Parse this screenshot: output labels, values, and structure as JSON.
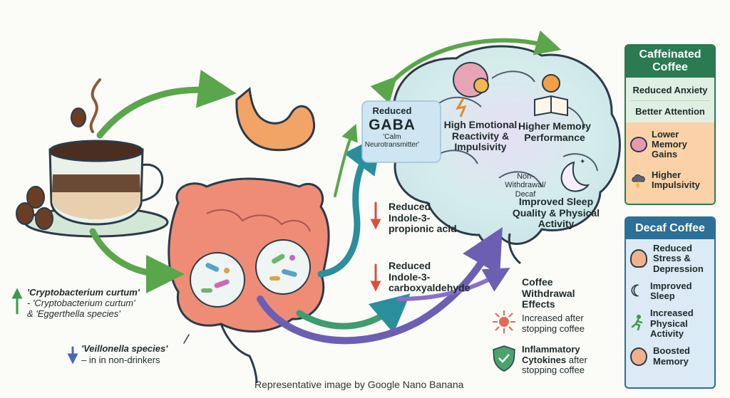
{
  "left_notes": {
    "up_species_1": "'Cryptobacterium curtum'",
    "up_species_2": "- 'Cryptobacterium curtum'",
    "up_species_3": "& 'Eggerthella species'",
    "down_species_1": "'Veillonella species'",
    "down_species_2": "– in in non-drinkers"
  },
  "metabolites": {
    "indole_propionic": [
      "Reduced",
      "Indole-3-",
      "propionic acid"
    ],
    "indole_carbox": [
      "Reduced",
      "Indole-3-",
      "carboxyaldehyde"
    ]
  },
  "brain": {
    "gaba_reduced": "Reduced",
    "gaba_name": "GABA",
    "gaba_note_1": "'Calm",
    "gaba_note_2": "Neurotransmitter'",
    "emotional": [
      "High Emotional",
      "Reactivity &",
      "Impulsivity"
    ],
    "memory": [
      "Higher Memory",
      "Performance"
    ],
    "nonwithdrawal": [
      "Non-",
      "Withdrawal/",
      "Decaf"
    ],
    "sleep": [
      "Improved Sleep",
      "Quality & Physical",
      "Activity"
    ]
  },
  "withdrawal": {
    "title": [
      "Coffee",
      "Withdrawal",
      "Effects"
    ],
    "increased": [
      "Increased after",
      "stopping coffee"
    ],
    "inflammatory_bold": [
      "Inflammatory",
      "Cytokines"
    ],
    "inflammatory_after": "after",
    "inflammatory_rest": "stopping coffee"
  },
  "caffeinated_panel": {
    "title": [
      "Caffeinated",
      "Coffee"
    ],
    "items": [
      "Reduced Anxiety",
      "Better Attention"
    ],
    "icon_items": [
      [
        "Lower Memory",
        "Gains"
      ],
      [
        "Higher",
        "Impulsivity"
      ]
    ]
  },
  "decaf_panel": {
    "title": "Decaf Coffee",
    "items": [
      [
        "Reduced",
        "Stress &",
        "Depression"
      ],
      [
        "Improved",
        "Sleep"
      ],
      [
        "Increased",
        "Physical",
        "Activity"
      ],
      [
        "Boosted",
        "Memory"
      ]
    ]
  },
  "caption": "Representative image by Google Nano Banana",
  "colors": {
    "green_panel": "#2a7a52",
    "blue_panel": "#2c6f97",
    "orange_bg": "#fbd2a8",
    "arrow_green": "#5aa64b",
    "arrow_teal": "#2a8e9d",
    "arrow_purple": "#6c5fb3",
    "arrow_red": "#d9503f"
  }
}
